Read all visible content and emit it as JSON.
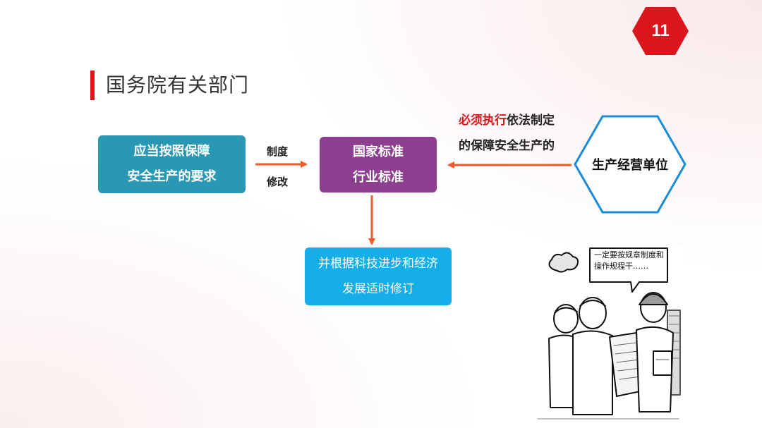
{
  "slide": {
    "page_number": "11",
    "title": "国务院有关部门"
  },
  "colors": {
    "accent_red": "#d9161c",
    "req_box": "#2898b5",
    "std_box": "#8d3f8f",
    "rev_box": "#16aee9",
    "hex_border": "#1a8bd6",
    "arrow": "#f05a28"
  },
  "diagram": {
    "requirement": [
      "应当按照保障",
      "安全生产的要求"
    ],
    "edge_top": "制度",
    "edge_bottom": "修改",
    "standards": [
      "国家标准",
      "行业标准"
    ],
    "revision": [
      "并根据科技进步和经济",
      "发展适时修订"
    ],
    "note_red": "必须执行",
    "note_line1_rest": "依法制定",
    "note_line2": "的保障安全生产的",
    "unit": "生产经营单位"
  },
  "cartoon": {
    "speech": [
      "一定要按规章制度和",
      "操作规程干……"
    ]
  }
}
